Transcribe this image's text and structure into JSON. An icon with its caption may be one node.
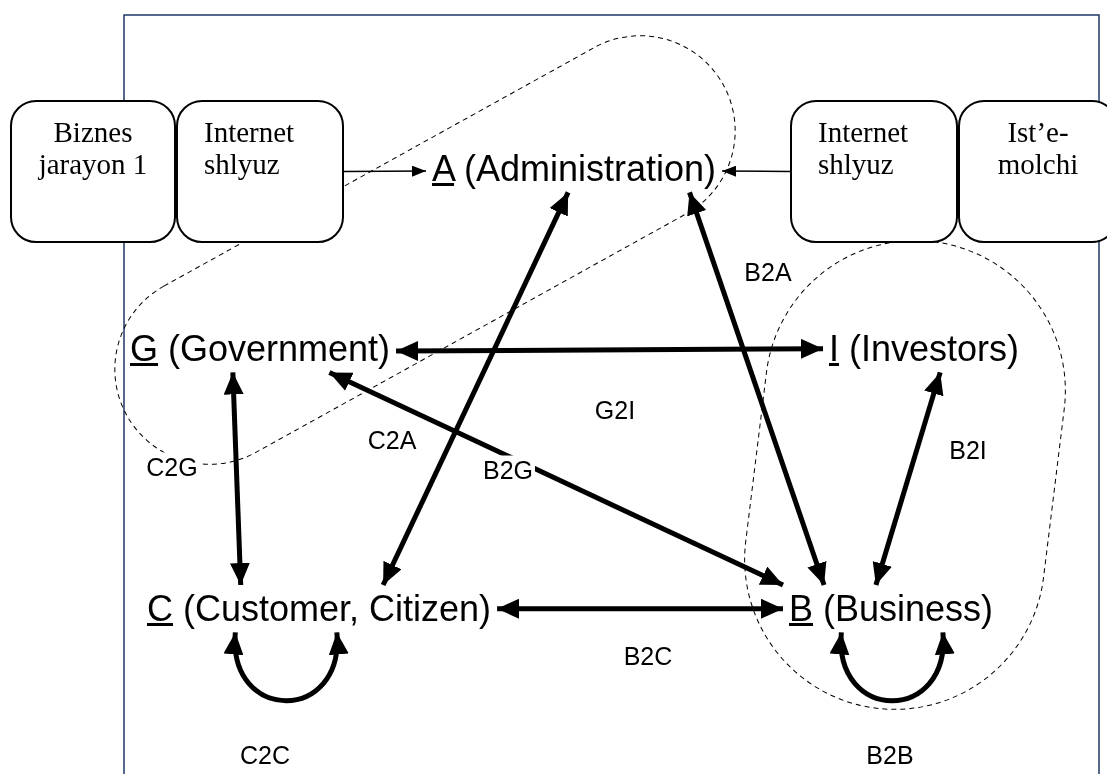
{
  "diagram": {
    "nodes": [
      {
        "text": [
          "Biznes jarayon 1"
        ]
      },
      {
        "text": [
          "Internet shlyuz"
        ]
      },
      {
        "text": [
          "A (Administration)"
        ]
      },
      {
        "text": [
          "Internet shlyuz"
        ]
      },
      {
        "text": [
          "Ist’e-molchi"
        ]
      },
      {
        "text": [
          "G (Government)"
        ]
      },
      {
        "text": [
          "I (Investors)"
        ]
      },
      {
        "text": [
          "C (Customer, Citizen)"
        ]
      },
      {
        "text": [
          "B (Business)"
        ]
      }
    ],
    "edges": [
      {
        "from": 1,
        "to": 2,
        "arrow": "to"
      },
      {
        "from": 3,
        "to": 2,
        "arrow": "to"
      },
      {
        "from": 7,
        "to": 2,
        "arrow": "both",
        "label": "C2A"
      },
      {
        "from": 8,
        "to": 2,
        "arrow": "both",
        "label": "B2A"
      },
      {
        "from": 5,
        "to": 6,
        "arrow": "both",
        "label": "G2I"
      },
      {
        "from": 8,
        "to": 5,
        "arrow": "both",
        "label": "B2G"
      },
      {
        "from": 7,
        "to": 5,
        "arrow": "both",
        "label": "C2G"
      },
      {
        "from": 6,
        "to": 8,
        "arrow": "both",
        "label": "B2I"
      },
      {
        "from": 7,
        "to": 8,
        "arrow": "both",
        "label": "B2C"
      },
      {
        "from": 7,
        "to": 7,
        "arrow": "both",
        "label": "C2C"
      },
      {
        "from": 8,
        "to": 8,
        "arrow": "both",
        "label": "B2B"
      }
    ]
  }
}
